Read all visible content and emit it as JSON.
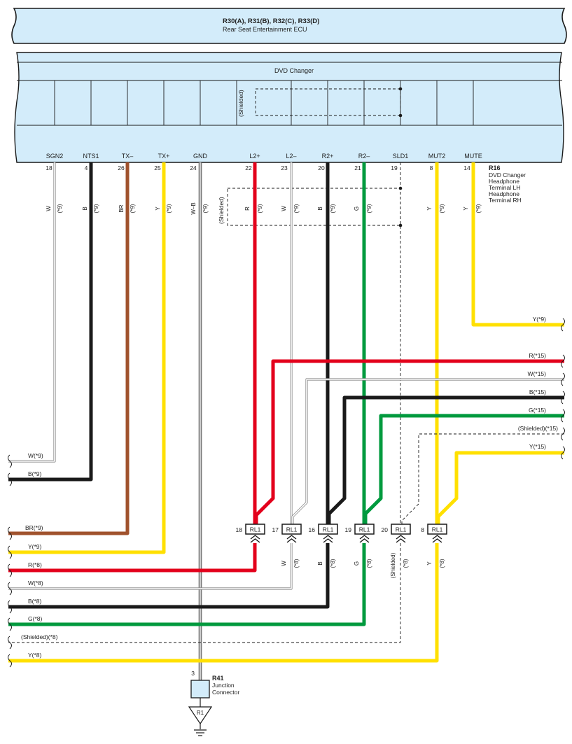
{
  "ecu": {
    "connectors": "R30(A), R31(B), R32(C), R33(D)",
    "name": "Rear Seat Entertainment ECU"
  },
  "dvd": {
    "title": "DVD Changer",
    "shielded_label": "(Shielded)",
    "pins": [
      {
        "id": "sgn2",
        "label": "SGN2",
        "pin": "18",
        "color_code": "W",
        "note": "(*9)",
        "hex": "#ffffff"
      },
      {
        "id": "nts1",
        "label": "NTS1",
        "pin": "4",
        "color_code": "B",
        "note": "(*9)",
        "hex": "#1a1a1a"
      },
      {
        "id": "txm",
        "label": "TX–",
        "pin": "26",
        "color_code": "BR",
        "note": "(*9)",
        "hex": "#a0522d"
      },
      {
        "id": "txp",
        "label": "TX+",
        "pin": "25",
        "color_code": "Y",
        "note": "(*9)",
        "hex": "#ffe000"
      },
      {
        "id": "gnd",
        "label": "GND",
        "pin": "24",
        "color_code": "W–B",
        "note": "(*9)",
        "hex": "#ffffff"
      },
      {
        "id": "l2p",
        "label": "L2+",
        "pin": "22",
        "color_code": "R",
        "note": "(*9)",
        "hex": "#e3001b"
      },
      {
        "id": "l2m",
        "label": "L2–",
        "pin": "23",
        "color_code": "W",
        "note": "(*9)",
        "hex": "#ffffff"
      },
      {
        "id": "r2p",
        "label": "R2+",
        "pin": "20",
        "color_code": "B",
        "note": "(*9)",
        "hex": "#1a1a1a"
      },
      {
        "id": "r2m",
        "label": "R2–",
        "pin": "21",
        "color_code": "G",
        "note": "(*9)",
        "hex": "#009a3e"
      },
      {
        "id": "sld1",
        "label": "SLD1",
        "pin": "19",
        "color_code": "",
        "note": "",
        "hex": ""
      },
      {
        "id": "mut2",
        "label": "MUT2",
        "pin": "8",
        "color_code": "Y",
        "note": "(*9)",
        "hex": "#ffe000"
      },
      {
        "id": "mute",
        "label": "MUTE",
        "pin": "14",
        "color_code": "Y",
        "note": "(*9)",
        "hex": "#ffe000"
      }
    ]
  },
  "r16": {
    "code": "R16",
    "lines": [
      "DVD Changer",
      "Headphone",
      "Terminal LH",
      "Headphone",
      "Terminal RH"
    ]
  },
  "right_wires": [
    {
      "id": "y9",
      "label": "Y(*9)"
    },
    {
      "id": "r15",
      "label": "R(*15)"
    },
    {
      "id": "w15",
      "label": "W(*15)"
    },
    {
      "id": "b15",
      "label": "B(*15)"
    },
    {
      "id": "g15",
      "label": "G(*15)"
    },
    {
      "id": "sh15",
      "label": "(Shielded)(*15)"
    },
    {
      "id": "y15",
      "label": "Y(*15)"
    }
  ],
  "left_wires": [
    {
      "id": "w9",
      "label": "W(*9)"
    },
    {
      "id": "b9",
      "label": "B(*9)"
    },
    {
      "id": "br9",
      "label": "BR(*9)"
    },
    {
      "id": "y9l",
      "label": "Y(*9)"
    },
    {
      "id": "r8",
      "label": "R(*8)"
    },
    {
      "id": "w8",
      "label": "W(*8)"
    },
    {
      "id": "b8",
      "label": "B(*8)"
    },
    {
      "id": "g8",
      "label": "G(*8)"
    },
    {
      "id": "sh8",
      "label": "(Shielded)(*8)"
    },
    {
      "id": "y8",
      "label": "Y(*8)"
    }
  ],
  "relays": [
    {
      "id": "rl18",
      "num": "18",
      "code": "RL1",
      "below_code": "",
      "below_note": ""
    },
    {
      "id": "rl17",
      "num": "17",
      "code": "RL1",
      "below_code": "W",
      "below_note": "(*8)"
    },
    {
      "id": "rl16",
      "num": "16",
      "code": "RL1",
      "below_code": "B",
      "below_note": "(*8)"
    },
    {
      "id": "rl19",
      "num": "19",
      "code": "RL1",
      "below_code": "G",
      "below_note": "(*8)"
    },
    {
      "id": "rl20",
      "num": "20",
      "code": "RL1",
      "below_code": "(Shielded)",
      "below_note": "(*8)"
    },
    {
      "id": "rl8",
      "num": "8",
      "code": "RL1",
      "below_code": "Y",
      "below_note": "(*8)"
    }
  ],
  "junction": {
    "pin": "3",
    "code": "R41",
    "line1": "Junction",
    "line2": "Connector",
    "ground_code": "R1"
  },
  "colors": {
    "panel_fill": "#d3ecfa",
    "outline": "#1a1a1a",
    "red": "#e3001b",
    "black": "#1a1a1a",
    "brown": "#a0522d",
    "yellow": "#ffe000",
    "green": "#009a3e",
    "white_outline": "#888888"
  }
}
